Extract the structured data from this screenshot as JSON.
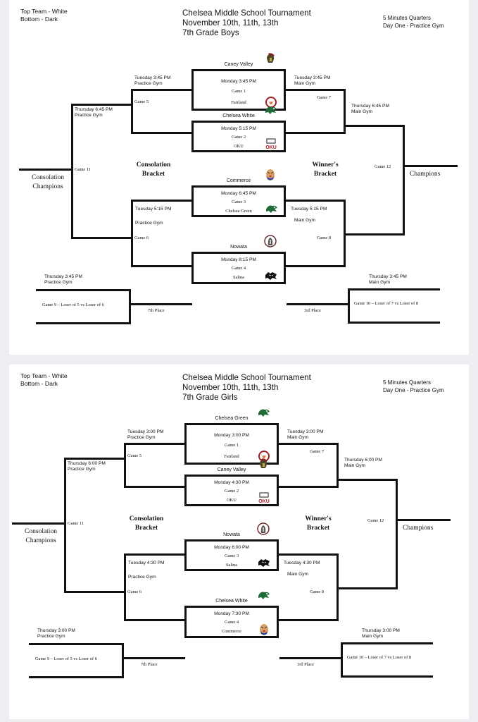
{
  "brackets": [
    {
      "legend": [
        "Top Team - White",
        "Bottom - Dark"
      ],
      "title": [
        "Chelsea Middle School Tournament",
        "November 10th, 11th, 13th",
        "7th Grade Boys"
      ],
      "notes": [
        "5 Minutes Quarters",
        "Day One - Practice Gym"
      ],
      "first_round": [
        {
          "top_team": "Caney Valley",
          "top_logo": "trojan-helmet",
          "time": "Monday 3:45 PM",
          "game": "Game 1",
          "bottom_team": "Fairland",
          "bottom_logo": "owl"
        },
        {
          "top_team": "Chelsea White",
          "top_logo": "green-dragon",
          "time": "Monday 5:15 PM",
          "game": "Game 2",
          "bottom_team": "OKU",
          "bottom_logo": "oku"
        },
        {
          "top_team": "Commerce",
          "top_logo": "tiger",
          "time": "Monday 6:45 PM",
          "game": "Game 3",
          "bottom_team": "Chelsea Green",
          "bottom_logo": "green-dragon"
        },
        {
          "top_team": "Nowata",
          "top_logo": "ironman",
          "time": "Monday 8:15 PM",
          "game": "Game 4",
          "bottom_team": "Salina",
          "bottom_logo": "wildcat"
        }
      ],
      "game5": {
        "when": "Tuesday 3:45 PM",
        "where": "Practice Gym",
        "label": "Game 5"
      },
      "game6": {
        "when": "Tuesday 5:15 PM",
        "where": "Practice Gym",
        "label": "Game 6"
      },
      "game7": {
        "when": "Tuesday 3:45 PM",
        "where": "Main Gym",
        "label": "Game 7"
      },
      "game8": {
        "when": "Tuesday 5:15 PM",
        "where": "Main Gym",
        "label": "Game 8"
      },
      "game11": {
        "when": "Thursday 6:45 PM",
        "where": "Practice Gym",
        "label": "Game 11"
      },
      "game12": {
        "when": "Thursday 6:45 PM",
        "where": "Main Gym",
        "label": "Game 12"
      },
      "consolation_bracket": [
        "Consolation",
        "Bracket"
      ],
      "winners_bracket": [
        "Winner's",
        "Bracket"
      ],
      "consolation_champions": [
        "Consolation",
        "Champions"
      ],
      "champions": "Champions",
      "game9": {
        "when": "Thursday 3:45 PM",
        "where": "Practice Gym",
        "label": "Game 9 – Loser of 5 vs Loser of 6",
        "place": "7th Place"
      },
      "game10": {
        "when": "Thursday 3:45 PM",
        "where": "Main Gym",
        "label": "Game 10 – Loser of 7 vs Loser of 8",
        "place": "3rd Place"
      }
    },
    {
      "legend": [
        "Top Team - White",
        "Bottom - Dark"
      ],
      "title": [
        "Chelsea Middle School Tournament",
        "November 10th, 11th, 13th",
        "7th Grade Girls"
      ],
      "notes": [
        "5 Minutes Quarters",
        "Day One - Practice Gym"
      ],
      "first_round": [
        {
          "top_team": "Chelsea Green",
          "top_logo": "green-dragon",
          "time": "Monday 3:00 PM",
          "game": "Game 1",
          "bottom_team": "Fairland",
          "bottom_logo": "owl"
        },
        {
          "top_team": "Caney Valley",
          "top_logo": "trojan-helmet",
          "time": "Monday 4:30 PM",
          "game": "Game 2",
          "bottom_team": "OKU",
          "bottom_logo": "oku"
        },
        {
          "top_team": "Nowata",
          "top_logo": "ironman",
          "time": "Monday 6:00 PM",
          "game": "Game 3",
          "bottom_team": "Salina",
          "bottom_logo": "wildcat"
        },
        {
          "top_team": "Chelsea White",
          "top_logo": "green-dragon",
          "time": "Monday 7:30 PM",
          "game": "Game 4",
          "bottom_team": "Commerce",
          "bottom_logo": "tiger"
        }
      ],
      "game5": {
        "when": "Tuesday 3:00 PM",
        "where": "Practice Gym",
        "label": "Game 5"
      },
      "game6": {
        "when": "Tuesday 4:30 PM",
        "where": "Practice Gym",
        "label": "Game 6"
      },
      "game7": {
        "when": "Tuesday 3:00 PM",
        "where": "Main Gym",
        "label": "Game 7"
      },
      "game8": {
        "when": "Tuesday 4:30 PM",
        "where": "Main Gym",
        "label": "Game 8"
      },
      "game11": {
        "when": "Thursday 6:00 PM",
        "where": "Practice Gym",
        "label": "Game 11"
      },
      "game12": {
        "when": "Thursday 6:00 PM",
        "where": "Main Gym",
        "label": "Game 12"
      },
      "consolation_bracket": [
        "Consolation",
        "Bracket"
      ],
      "winners_bracket": [
        "Winner's",
        "Bracket"
      ],
      "consolation_champions": [
        "Consolation",
        "Champions"
      ],
      "champions": "Champions",
      "game9": {
        "when": "Thursday 3:00 PM",
        "where": "Practice Gym",
        "label": "Game 9 – Loser of 5 vs Loser of 6",
        "place": "7th Place"
      },
      "game10": {
        "when": "Thursday 3:00 PM",
        "where": "Main Gym",
        "label": "Game 10 – Loser of 7 vs Loser of 8",
        "place": "3rd Place"
      }
    }
  ]
}
